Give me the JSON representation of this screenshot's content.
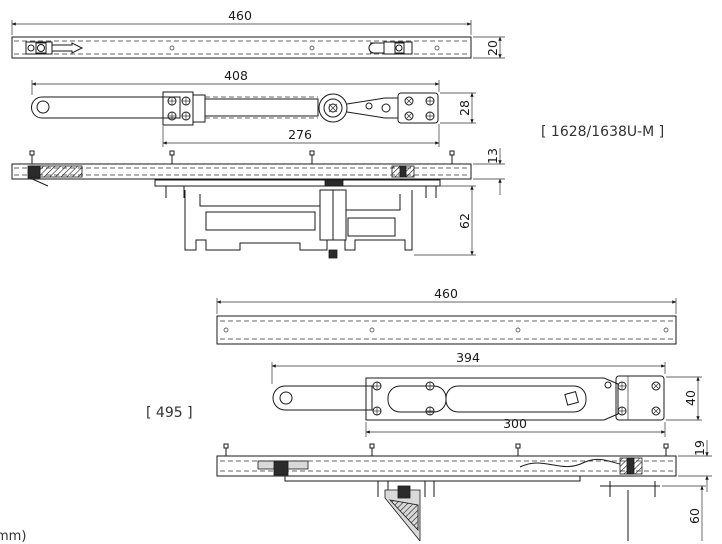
{
  "model_a": {
    "label": "[ 1628/1638U-M ]",
    "dims": {
      "rail_length": "460",
      "rail_height": "20",
      "arm_length": "408",
      "arm_height": "28",
      "arm_offset": "276",
      "side_top": "13",
      "side_depth": "62"
    }
  },
  "model_b": {
    "label": "[ 495 ]",
    "dims": {
      "rail_length": "460",
      "arm_length": "394",
      "arm_height": "40",
      "arm_offset": "300",
      "side_top": "19",
      "side_depth": "60"
    }
  },
  "unit_note": "mm)"
}
